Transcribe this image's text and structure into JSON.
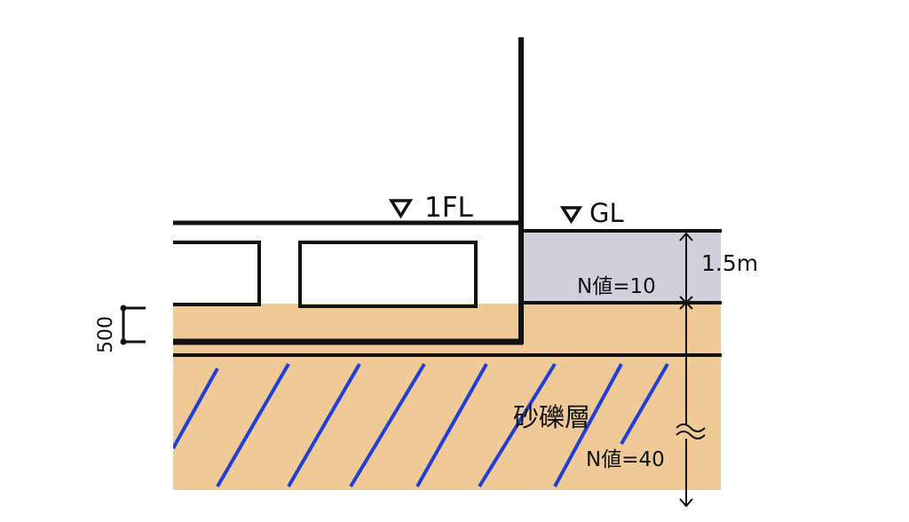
{
  "labels": {
    "floor_level": "1FL",
    "ground_level": "GL",
    "top_layer_thickness": "1.5m",
    "top_layer_n_value": "N値=10",
    "lower_layer_name": "砂礫層",
    "lower_layer_n_value": "N値=40",
    "footing_depth": "500"
  },
  "colors": {
    "line": "#111111",
    "top_soil": "#cfd0dc",
    "gravel_soil": "#efc996",
    "hatch": "#1f3fd6",
    "background": "#ffffff"
  }
}
